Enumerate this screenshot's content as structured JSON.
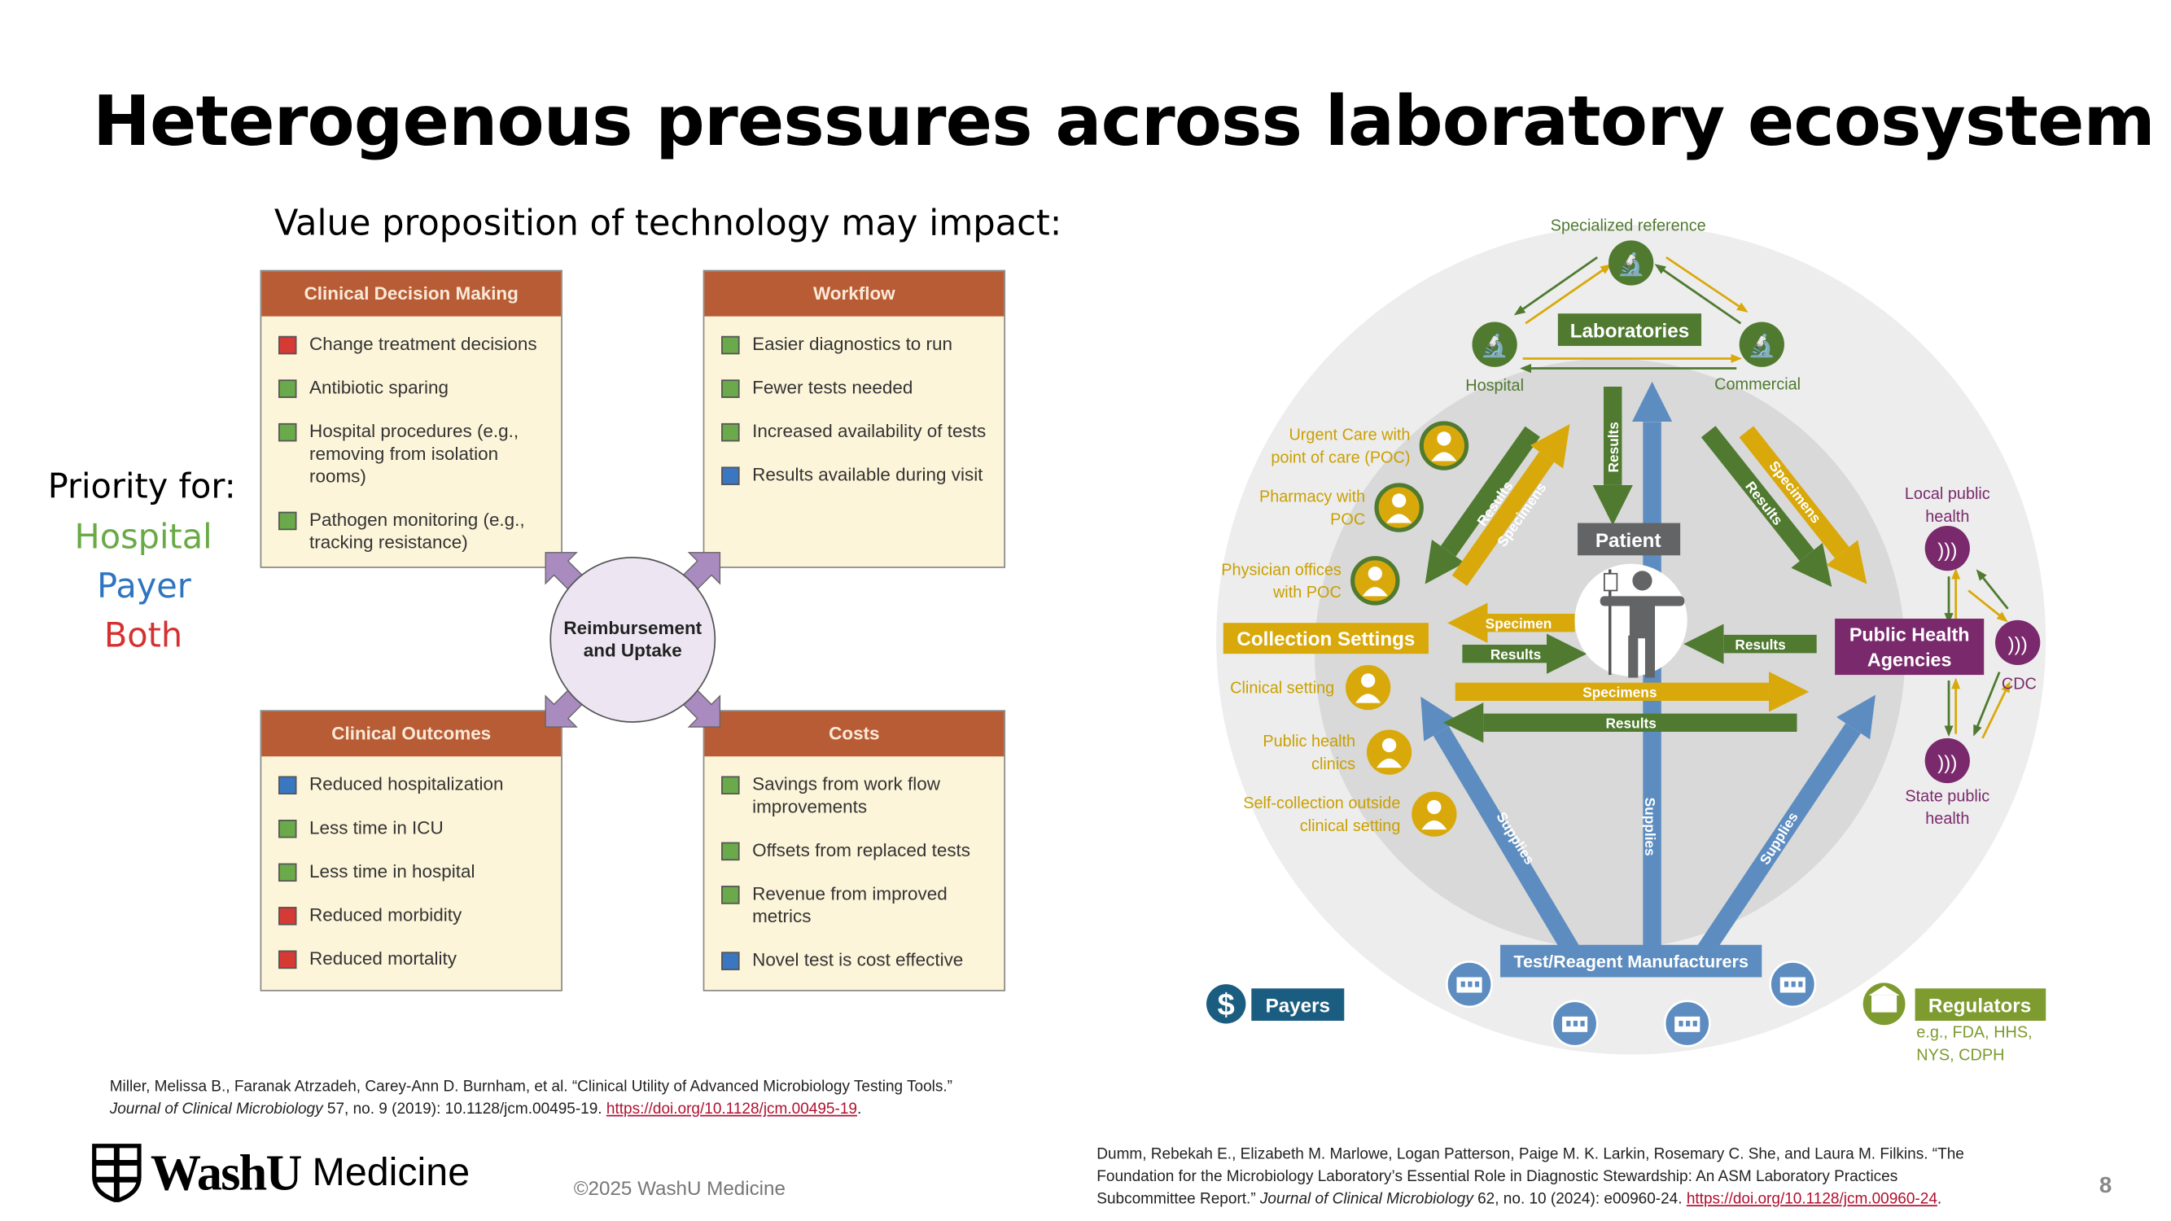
{
  "title": "Heterogenous pressures across laboratory ecosystem",
  "subtitle": "Value proposition of technology may impact:",
  "priority": {
    "label": "Priority for:",
    "items": [
      {
        "label": "Hospital",
        "color": "#6aaa46"
      },
      {
        "label": "Payer",
        "color": "#2e75c0"
      },
      {
        "label": "Both",
        "color": "#d63030"
      }
    ]
  },
  "value_diagram": {
    "center": [
      "Reimbursement",
      "and Uptake"
    ],
    "boxes": [
      {
        "title": "Clinical Decision Making",
        "items": [
          {
            "text": "Change treatment decisions",
            "priority": "Both"
          },
          {
            "text": "Antibiotic sparing",
            "priority": "Hospital"
          },
          {
            "text": "Hospital procedures (e.g., removing from isolation rooms)",
            "priority": "Hospital"
          },
          {
            "text": "Pathogen monitoring (e.g., tracking resistance)",
            "priority": "Hospital"
          }
        ]
      },
      {
        "title": "Workflow",
        "items": [
          {
            "text": "Easier diagnostics to run",
            "priority": "Hospital"
          },
          {
            "text": "Fewer tests needed",
            "priority": "Hospital"
          },
          {
            "text": "Increased availability of tests",
            "priority": "Hospital"
          },
          {
            "text": "Results available during visit",
            "priority": "Payer"
          }
        ]
      },
      {
        "title": "Clinical Outcomes",
        "items": [
          {
            "text": "Reduced hospitalization",
            "priority": "Payer"
          },
          {
            "text": "Less time in ICU",
            "priority": "Hospital"
          },
          {
            "text": "Less time in hospital",
            "priority": "Hospital"
          },
          {
            "text": "Reduced morbidity",
            "priority": "Both"
          },
          {
            "text": "Reduced mortality",
            "priority": "Both"
          }
        ]
      },
      {
        "title": "Costs",
        "items": [
          {
            "text": "Savings from work flow improvements",
            "priority": "Hospital"
          },
          {
            "text": "Offsets from replaced tests",
            "priority": "Hospital"
          },
          {
            "text": "Revenue from improved metrics",
            "priority": "Hospital"
          },
          {
            "text": "Novel test is cost effective",
            "priority": "Payer"
          }
        ]
      }
    ]
  },
  "ecosystem": {
    "labs": {
      "title": "Laboratories",
      "specialized": "Specialized reference",
      "hospital": "Hospital",
      "commercial": "Commercial"
    },
    "patient": "Patient",
    "collection": {
      "title": "Collection Settings",
      "sites": [
        [
          "Urgent Care with",
          "point of care (POC)"
        ],
        [
          "Pharmacy with",
          "POC"
        ],
        [
          "Physician offices",
          "with POC"
        ],
        [
          "Clinical setting"
        ],
        [
          "Public health",
          "clinics"
        ],
        [
          "Self-collection outside",
          "clinical setting"
        ]
      ]
    },
    "public_health": {
      "title": [
        "Public Health",
        "Agencies"
      ],
      "local": [
        "Local public",
        "health"
      ],
      "cdc": "CDC",
      "state": [
        "State public",
        "health"
      ]
    },
    "manufacturers": "Test/Reagent Manufacturers",
    "payers": "Payers",
    "payers_symbol": "$",
    "regulators": {
      "title": "Regulators",
      "examples": [
        "e.g., FDA, HHS,",
        "NYS, CDPH"
      ]
    },
    "flows": {
      "results": "Results",
      "specimens": "Specimens",
      "specimen": "Specimen",
      "supplies": "Supplies"
    },
    "colors": {
      "green": "#4f7a30",
      "yellow": "#d9a90b",
      "blue": "#5d8dc0",
      "purple": "#7a2a6c",
      "gray": "#636466",
      "teal": "#1b5d80",
      "olive": "#7d9b2e"
    }
  },
  "citations": {
    "left": {
      "line1": "Miller, Melissa B., Faranak Atrzadeh, Carey-Ann D. Burnham, et al. “Clinical Utility of Advanced Microbiology Testing Tools.”",
      "journal": "Journal of Clinical Microbiology",
      "rest": " 57, no. 9 (2019): 10.1128/jcm.00495-19. ",
      "link": "https://doi.org/10.1128/jcm.00495-19",
      "end": "."
    },
    "right": {
      "line1": "Dumm, Rebekah E., Elizabeth M. Marlowe, Logan Patterson, Paige M. K. Larkin, Rosemary C. She, and Laura M. Filkins. “The",
      "line2": "Foundation for the Microbiology Laboratory’s Essential Role in Diagnostic Stewardship: An ASM Laboratory Practices",
      "line3a": "Subcommittee Report.” ",
      "journal": "Journal of Clinical Microbiology",
      "line3b": " 62, no. 10 (2024): e00960-24. ",
      "link": "https://doi.org/10.1128/jcm.00960-24",
      "end": "."
    }
  },
  "footer": {
    "logo_wordmark": "WashU",
    "logo_sub": "Medicine",
    "copyright": "©2025 WashU Medicine",
    "page_number": "8"
  }
}
